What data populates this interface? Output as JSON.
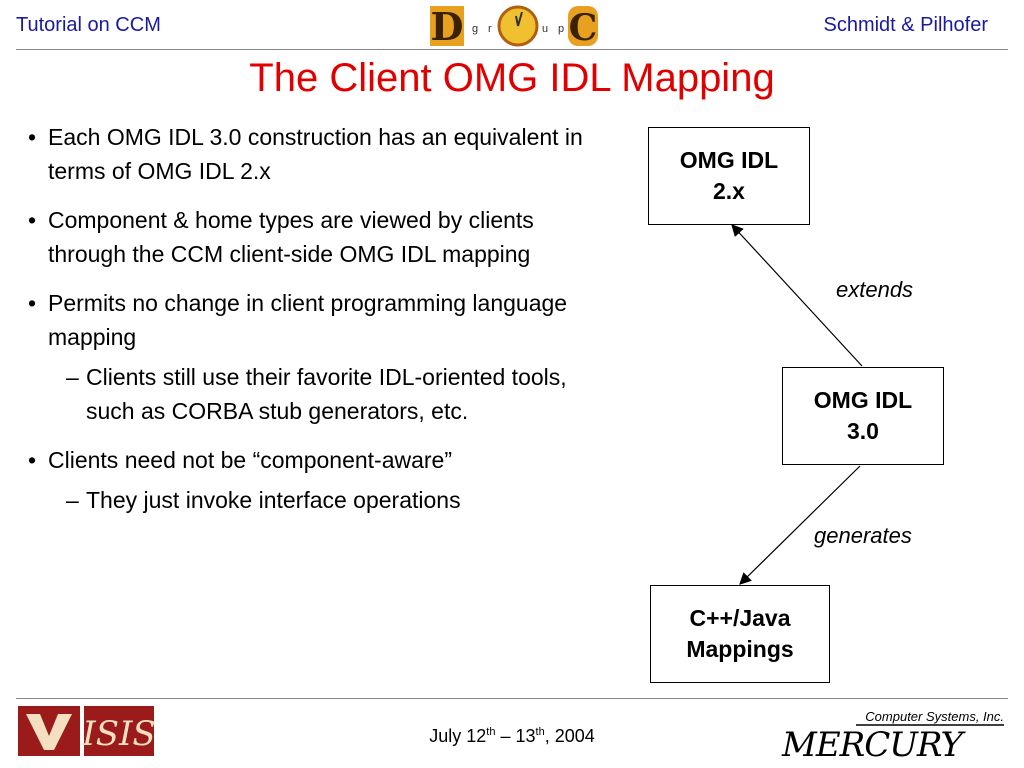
{
  "header": {
    "left": "Tutorial on CCM",
    "right": "Schmidt & Pilhofer",
    "logo": {
      "name": "DOC group logo",
      "letters": [
        "D",
        "O",
        "C"
      ],
      "small": [
        "g",
        "r",
        "u",
        "p"
      ]
    }
  },
  "title": "The Client OMG IDL Mapping",
  "bullets": [
    {
      "marker": "•",
      "text": "Each OMG IDL 3.0 construction has an equivalent in terms of OMG IDL 2.x"
    },
    {
      "marker": "•",
      "text": "Component & home types are viewed by clients through the CCM client-side OMG IDL mapping"
    },
    {
      "marker": "•",
      "text": "Permits no change in client programming language mapping"
    },
    {
      "marker": "–",
      "text": "Clients still use their favorite IDL-oriented tools, such as CORBA stub generators, etc."
    },
    {
      "marker": "•",
      "text": "Clients need not be “component-aware”"
    },
    {
      "marker": "–",
      "text": "They just invoke interface operations"
    }
  ],
  "diagram": {
    "nodes": {
      "idl2": "OMG IDL\n2.x",
      "idl3": "OMG IDL\n3.0",
      "mapping": "C++/Java\nMappings"
    },
    "edges": {
      "extends": "extends",
      "generates": "generates"
    }
  },
  "footer": {
    "date_a": "July 12",
    "sup_a": "th",
    "dash": " – 13",
    "sup_b": "th",
    "date_b": ", 2004",
    "logo_left": {
      "letters": "ISIS"
    },
    "logo_right": {
      "top": "Computer Systems, Inc.",
      "main": "MERCURY"
    }
  },
  "colors": {
    "header_text": "#1a1aa0",
    "title": "#e00000",
    "logo_gold": "#e8a020",
    "logo_red": "#9b1b1b"
  }
}
